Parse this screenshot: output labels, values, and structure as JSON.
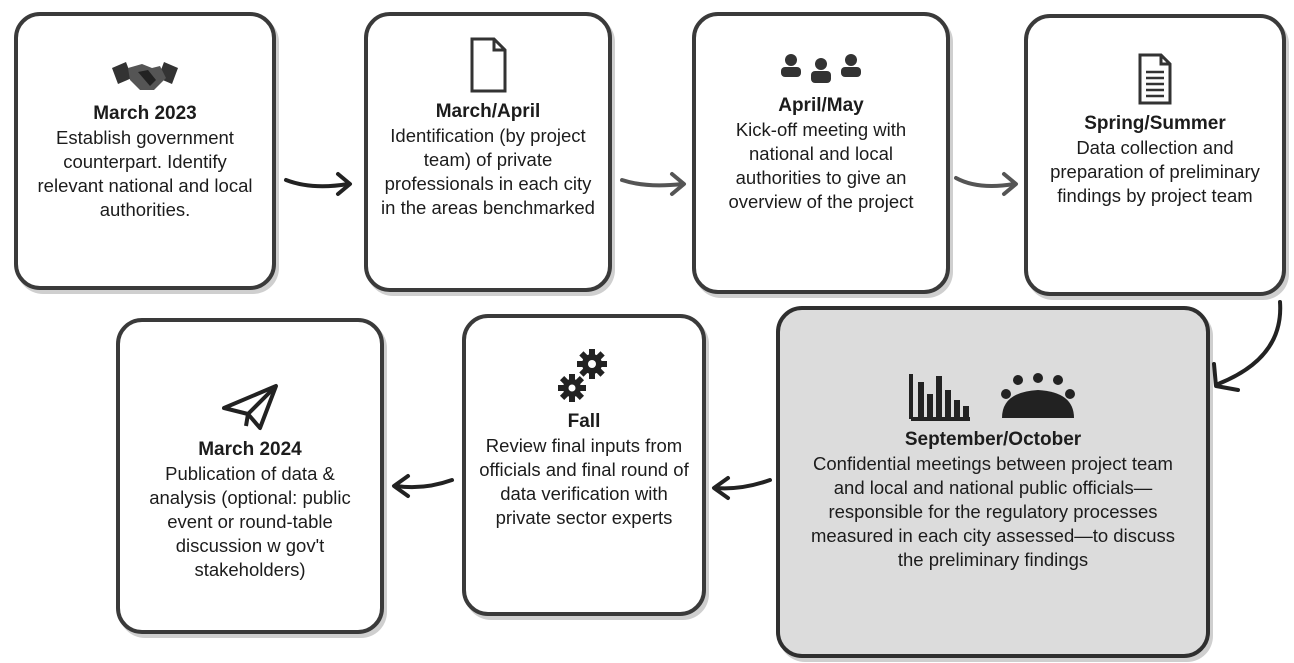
{
  "steps": [
    {
      "title": "March 2023",
      "text": "Establish government counterpart. Identify relevant national and local authorities.",
      "icon": "handshake-icon"
    },
    {
      "title": "March/April",
      "text": "Identification (by project team) of private professionals in each city in the areas benchmarked",
      "icon": "document-icon"
    },
    {
      "title": "April/May",
      "text": "Kick-off meeting with national and local authorities to give an overview of the project",
      "icon": "meeting-group-icon"
    },
    {
      "title": "Spring/Summer",
      "text": "Data collection and preparation of preliminary findings by project team",
      "icon": "report-icon"
    },
    {
      "title": "September/October",
      "text": "Confidential meetings between project team and local and national public officials—responsible for the regulatory processes measured in each city assessed—to discuss the preliminary findings",
      "icon": "bar-chart-icon, conference-table-icon"
    },
    {
      "title": "Fall",
      "text": "Review final inputs from officials and final round of data verification with private sector experts",
      "icon": "gears-icon"
    },
    {
      "title": "March 2024",
      "text": "Publication of data & analysis (optional: public event or round-table discussion w gov't stakeholders)",
      "icon": "paper-plane-icon"
    }
  ]
}
